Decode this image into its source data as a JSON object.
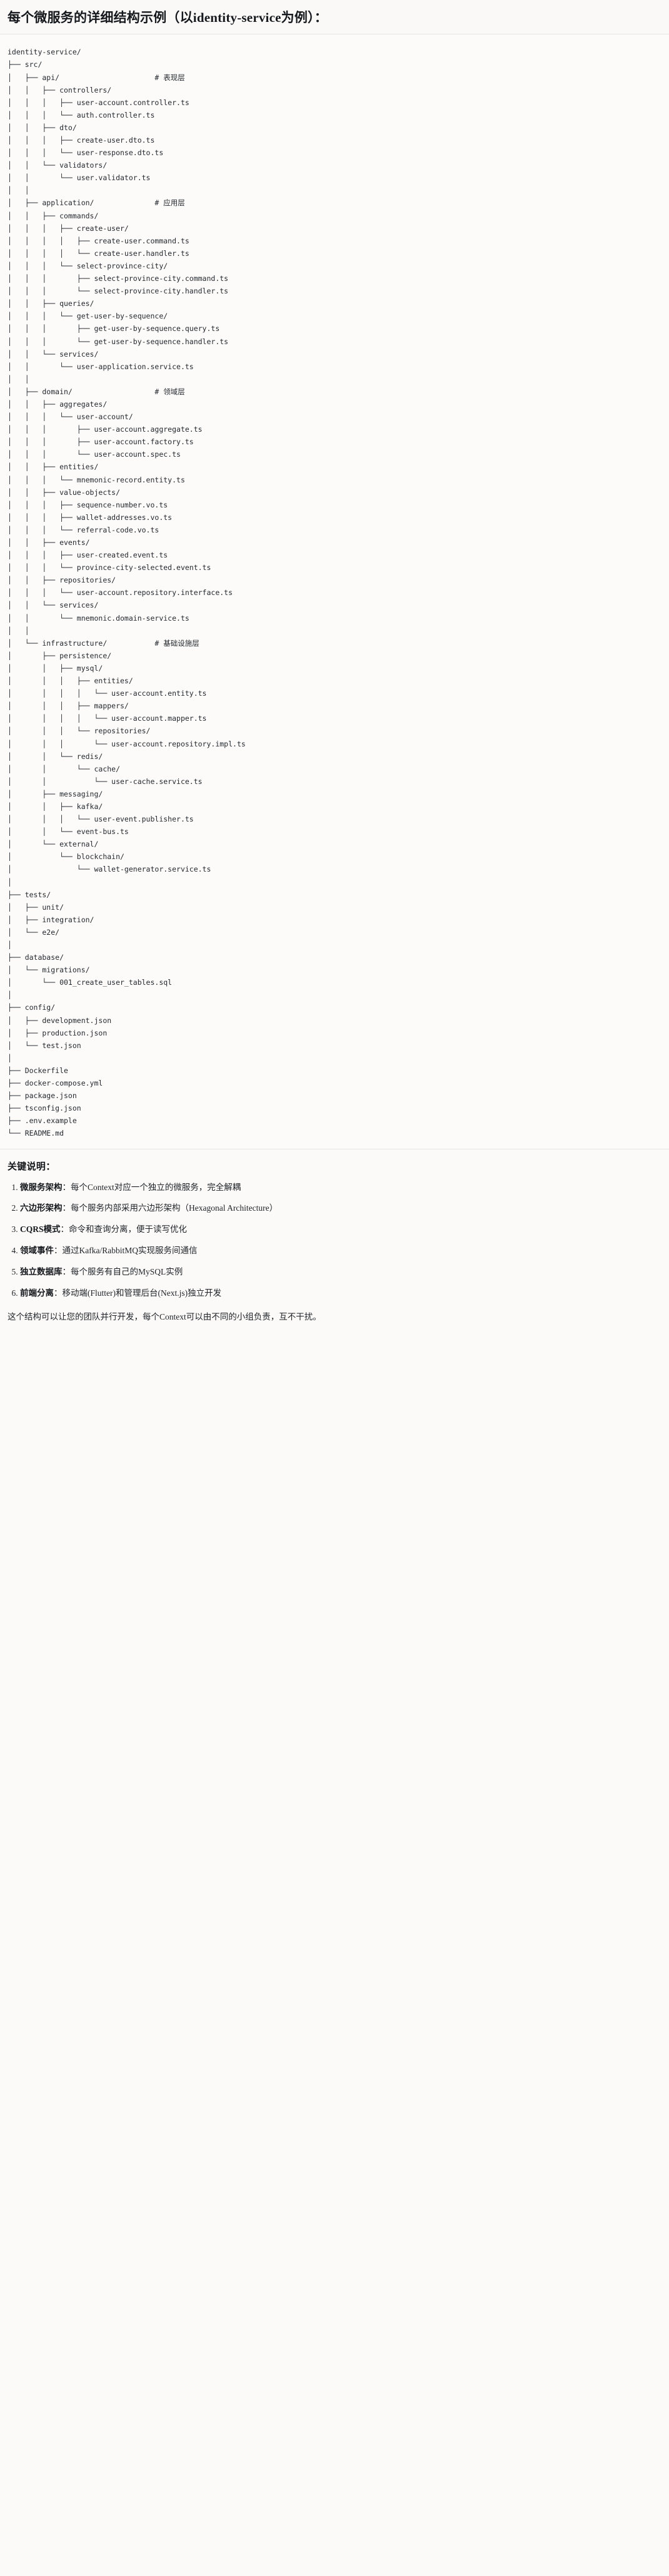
{
  "header": {
    "title": "每个微服务的详细结构示例（以identity-service为例）："
  },
  "tree": {
    "root": "identity-service/",
    "text": "identity-service/\n├── src/\n│   ├── api/                      # 表现层\n│   │   ├── controllers/\n│   │   │   ├── user-account.controller.ts\n│   │   │   └── auth.controller.ts\n│   │   ├── dto/\n│   │   │   ├── create-user.dto.ts\n│   │   │   └── user-response.dto.ts\n│   │   └── validators/\n│   │       └── user.validator.ts\n│   │\n│   ├── application/              # 应用层\n│   │   ├── commands/\n│   │   │   ├── create-user/\n│   │   │   │   ├── create-user.command.ts\n│   │   │   │   └── create-user.handler.ts\n│   │   │   └── select-province-city/\n│   │   │       ├── select-province-city.command.ts\n│   │   │       └── select-province-city.handler.ts\n│   │   ├── queries/\n│   │   │   └── get-user-by-sequence/\n│   │   │       ├── get-user-by-sequence.query.ts\n│   │   │       └── get-user-by-sequence.handler.ts\n│   │   └── services/\n│   │       └── user-application.service.ts\n│   │\n│   ├── domain/                   # 领域层\n│   │   ├── aggregates/\n│   │   │   └── user-account/\n│   │   │       ├── user-account.aggregate.ts\n│   │   │       ├── user-account.factory.ts\n│   │   │       └── user-account.spec.ts\n│   │   ├── entities/\n│   │   │   └── mnemonic-record.entity.ts\n│   │   ├── value-objects/\n│   │   │   ├── sequence-number.vo.ts\n│   │   │   ├── wallet-addresses.vo.ts\n│   │   │   └── referral-code.vo.ts\n│   │   ├── events/\n│   │   │   ├── user-created.event.ts\n│   │   │   └── province-city-selected.event.ts\n│   │   ├── repositories/\n│   │   │   └── user-account.repository.interface.ts\n│   │   └── services/\n│   │       └── mnemonic.domain-service.ts\n│   │\n│   └── infrastructure/           # 基础设施层\n│       ├── persistence/\n│       │   ├── mysql/\n│       │   │   ├── entities/\n│       │   │   │   └── user-account.entity.ts\n│       │   │   ├── mappers/\n│       │   │   │   └── user-account.mapper.ts\n│       │   │   └── repositories/\n│       │   │       └── user-account.repository.impl.ts\n│       │   └── redis/\n│       │       └── cache/\n│       │           └── user-cache.service.ts\n│       ├── messaging/\n│       │   ├── kafka/\n│       │   │   └── user-event.publisher.ts\n│       │   └── event-bus.ts\n│       └── external/\n│           └── blockchain/\n│               └── wallet-generator.service.ts\n│\n├── tests/\n│   ├── unit/\n│   ├── integration/\n│   └── e2e/\n│\n├── database/\n│   └── migrations/\n│       └── 001_create_user_tables.sql\n│\n├── config/\n│   ├── development.json\n│   ├── production.json\n│   └── test.json\n│\n├── Dockerfile\n├── docker-compose.yml\n├── package.json\n├── tsconfig.json\n├── .env.example\n└── README.md",
    "layer_comments": [
      "# 表现层",
      "# 应用层",
      "# 领域层",
      "# 基础设施层"
    ]
  },
  "notes": {
    "title": "关键说明：",
    "items": [
      {
        "term": "微服务架构",
        "desc": "：每个Context对应一个独立的微服务，完全解耦"
      },
      {
        "term": "六边形架构",
        "desc": "：每个服务内部采用六边形架构（Hexagonal Architecture）"
      },
      {
        "term": "CQRS模式",
        "desc": "：命令和查询分离，便于读写优化"
      },
      {
        "term": "领域事件",
        "desc": "：通过Kafka/RabbitMQ实现服务间通信"
      },
      {
        "term": "独立数据库",
        "desc": "：每个服务有自己的MySQL实例"
      },
      {
        "term": "前端分离",
        "desc": "：移动端(Flutter)和管理后台(Next.js)独立开发"
      }
    ],
    "closing": "这个结构可以让您的团队并行开发，每个Context可以由不同的小组负责，互不干扰。"
  },
  "colors": {
    "page_bg": "#fbfaf8",
    "code_bg": "#fcfbf9",
    "text": "#1f2328",
    "divider": "#e6e4e0"
  }
}
